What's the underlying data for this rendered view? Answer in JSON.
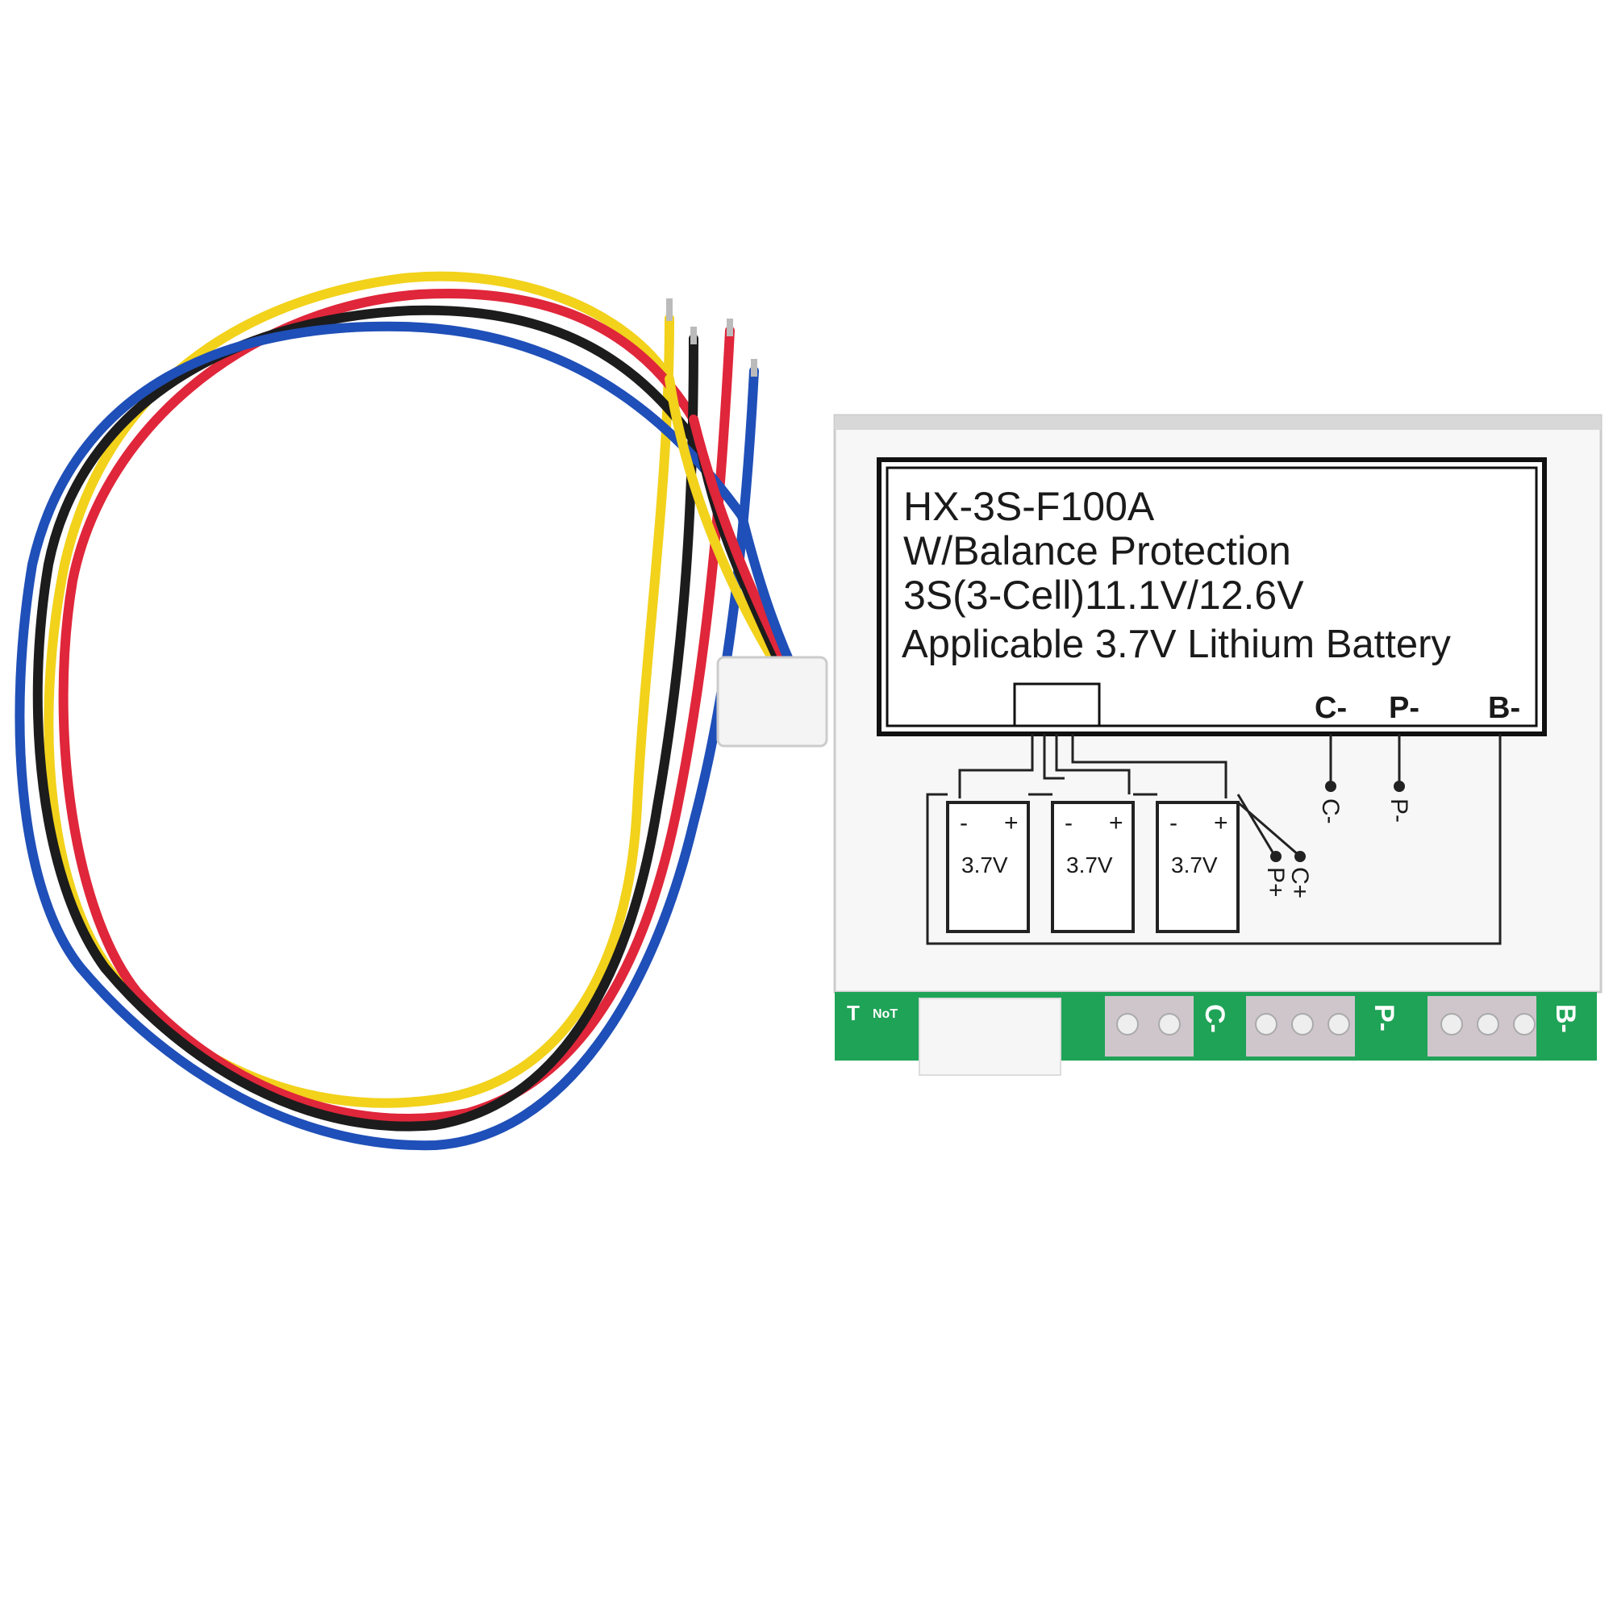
{
  "product": {
    "label_lines": [
      "HX-3S-F100A",
      "W/Balance Protection",
      "3S(3-Cell)11.1V/12.6V",
      "Applicable 3.7V Lithium Battery"
    ],
    "terminal_labels": {
      "c_minus": "C-",
      "p_minus": "P-",
      "b_minus": "B-"
    },
    "schematic": {
      "cells": [
        {
          "voltage": "3.7V",
          "minus": "-",
          "plus": "+"
        },
        {
          "voltage": "3.7V",
          "minus": "-",
          "plus": "+"
        },
        {
          "voltage": "3.7V",
          "minus": "-",
          "plus": "+"
        }
      ],
      "c_minus": "C-",
      "p_minus": "P-",
      "p_plus": "P+",
      "c_plus": "C+"
    },
    "pcb_marks": {
      "t": "T",
      "ntc": "NoT",
      "c": "C-",
      "p": "P-",
      "b": "B-"
    }
  },
  "colors": {
    "wire_yellow": "#f2d21b",
    "wire_red": "#e0263a",
    "wire_black": "#1c1c1c",
    "wire_blue": "#1f4fb8",
    "pcb_green": "#1fa357",
    "pad_silver": "#cfc6cc"
  }
}
